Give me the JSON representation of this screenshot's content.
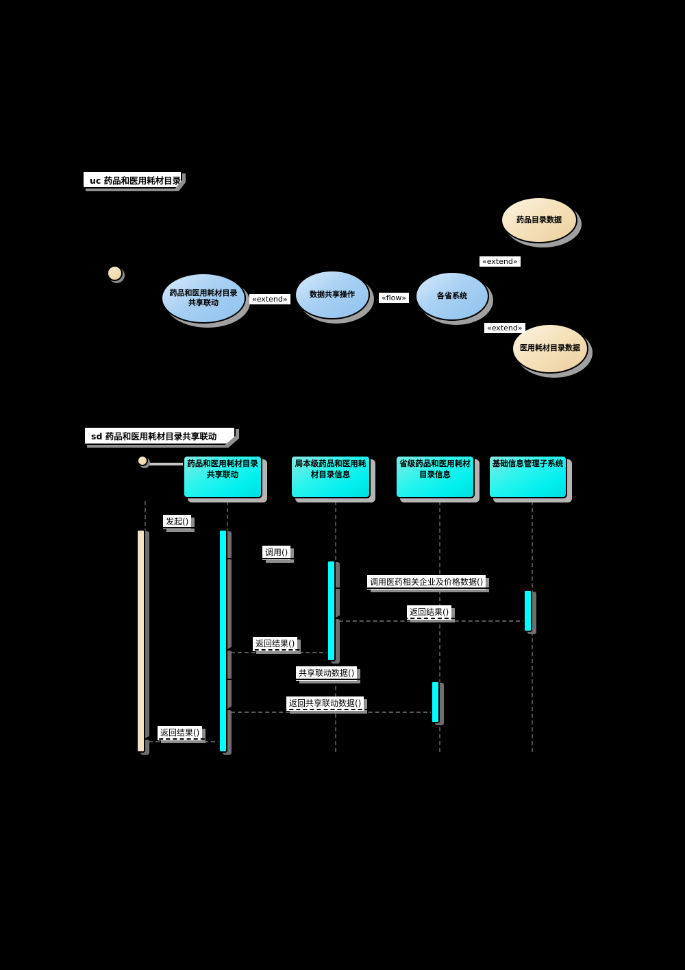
{
  "uc": {
    "frame_title": "uc 药品和医用耗材目录",
    "usecases": [
      {
        "label": "药品和医用耗材目录\n共享联动"
      },
      {
        "label": "数据共享操作"
      },
      {
        "label": "各省系统"
      },
      {
        "label": "药品目录数据"
      },
      {
        "label": "医用耗材目录数据"
      }
    ],
    "stereotypes": [
      "«extend»",
      "«flow»",
      "«extend»",
      "«extend»"
    ]
  },
  "sd": {
    "frame_title": "sd 药品和医用耗材目录共享联动",
    "lifelines": [
      {
        "label": "药品和医用耗材目录\n共享联动"
      },
      {
        "label": "局本级药品和医用耗\n材目录信息"
      },
      {
        "label": "省级药品和医用耗材\n目录信息"
      },
      {
        "label": "基础信息管理子系统"
      }
    ],
    "messages": [
      {
        "label": "发起()"
      },
      {
        "label": "调用()"
      },
      {
        "label": "调用医药相关企业及价格数据()"
      },
      {
        "label": "返回结果()"
      },
      {
        "label": "返回结果()"
      },
      {
        "label": "共享联动数据()"
      },
      {
        "label": "返回共享联动数据()"
      },
      {
        "label": "返回结果()"
      }
    ]
  },
  "colors": {
    "background": "#000000",
    "usecase_blue": "#a9d0f3",
    "data_ellipse_tan": "#f5e2bd",
    "lifeline_box_cyan": "#00efef",
    "activation_cyan": "#00ffff",
    "activation_tan": "#f4e3c2",
    "label_background": "#ffffff",
    "shadow_gray": "#8f8f8f"
  }
}
